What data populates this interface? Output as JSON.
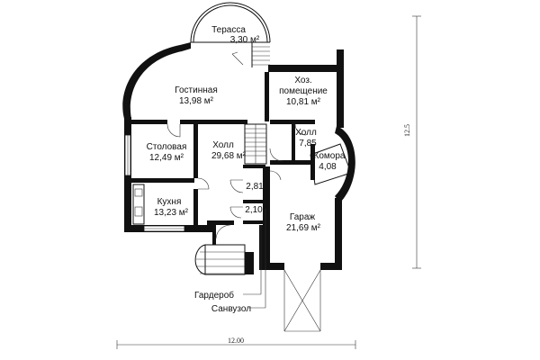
{
  "rooms": {
    "terrace": {
      "name": "Терасса",
      "area": "3,30 м²"
    },
    "living": {
      "name": "Гостинная",
      "area": "13,98 м²"
    },
    "utility": {
      "name1": "Хоз.",
      "name2": "помещение",
      "area": "10,81 м²"
    },
    "dining": {
      "name": "Столовая",
      "area": "12,49 м²"
    },
    "hall_main": {
      "name": "Холл",
      "area": "29,68 м²"
    },
    "hall_small": {
      "name": "Холл",
      "area": "7,85"
    },
    "pantry": {
      "name": "Комора",
      "area": "4,08"
    },
    "kitchen": {
      "name": "Кухня",
      "area": "13,23 м²"
    },
    "closet_a": {
      "area": "2,81"
    },
    "closet_b": {
      "area": "2,10"
    },
    "garage": {
      "name": "Гараж",
      "area": "21,69 м²"
    }
  },
  "callouts": {
    "wardrobe": "Гардероб",
    "bathroom": "Санвузол"
  },
  "dimensions": {
    "width": "12.00",
    "height": "12.5"
  }
}
